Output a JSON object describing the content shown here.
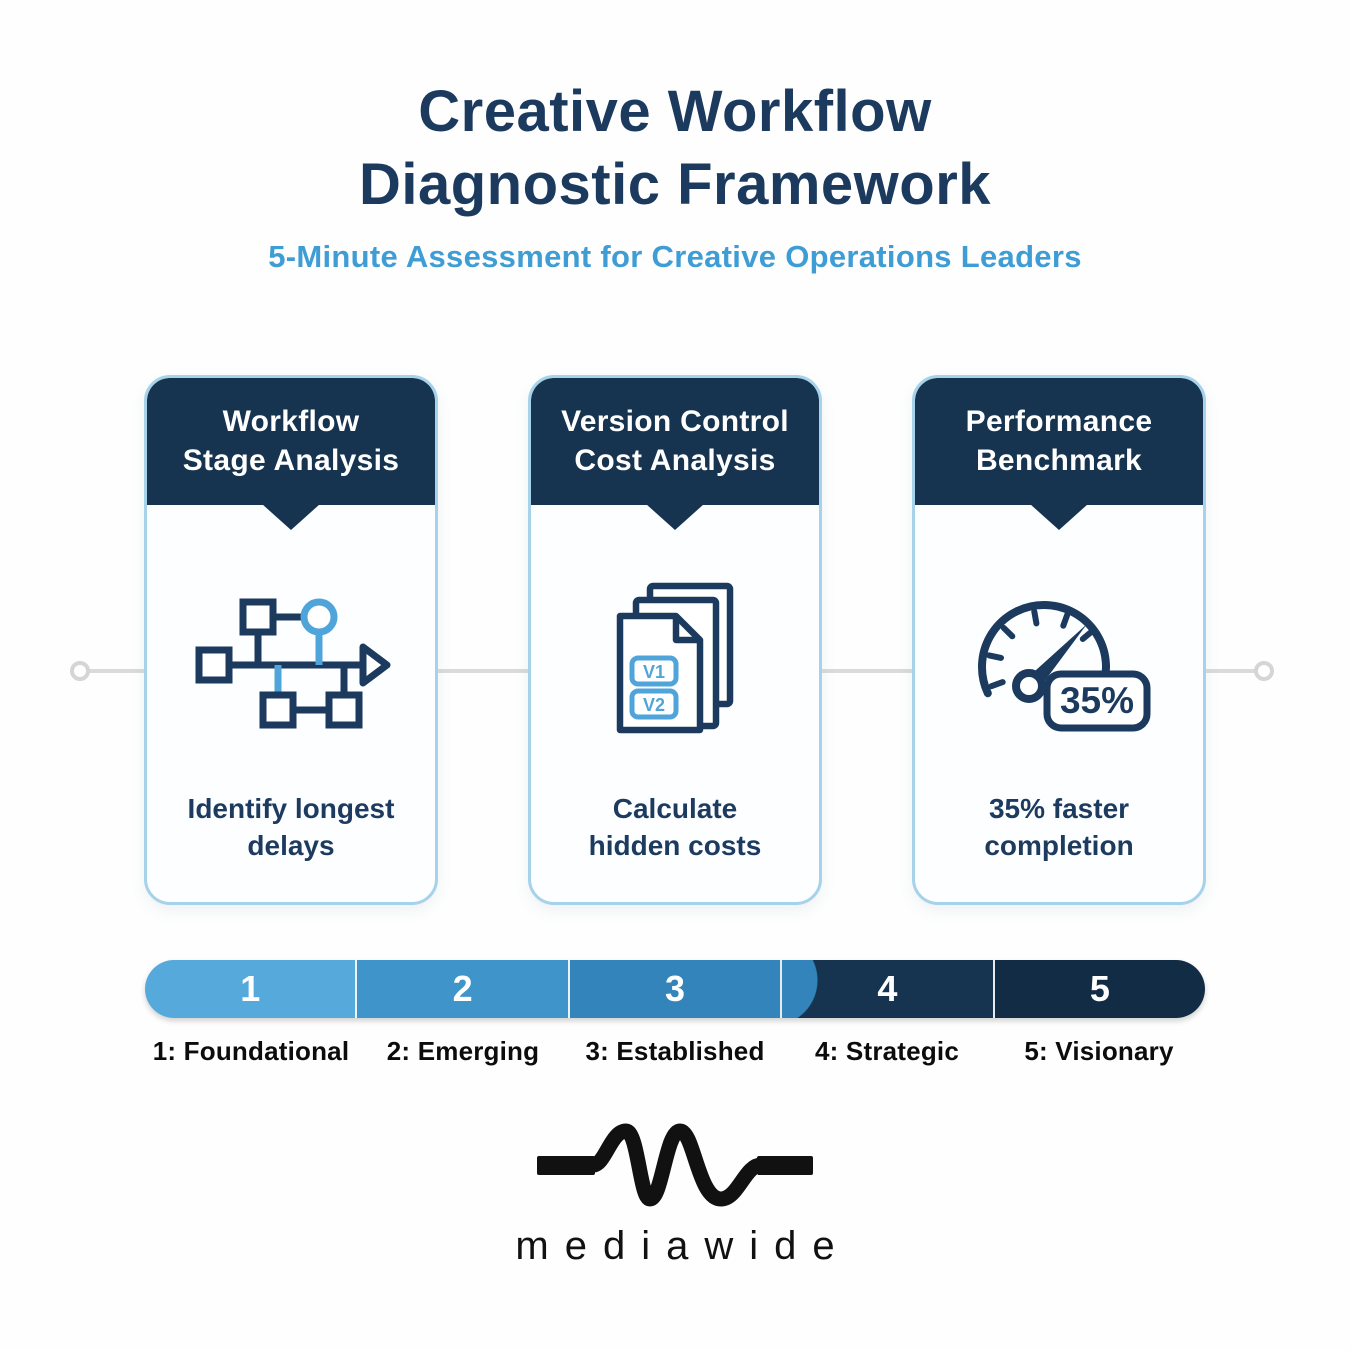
{
  "header": {
    "title_line1": "Creative Workflow",
    "title_line2": "Diagnostic Framework",
    "subtitle": "5-Minute Assessment for Creative Operations Leaders"
  },
  "cards": [
    {
      "title": "Workflow\nStage Analysis",
      "icon": "workflow-diagram-icon",
      "caption": "Identify longest\ndelays"
    },
    {
      "title": "Version Control\nCost Analysis",
      "icon": "version-documents-icon",
      "badges": [
        "V1",
        "V2"
      ],
      "caption": "Calculate\nhidden costs"
    },
    {
      "title": "Performance\nBenchmark",
      "icon": "speedometer-icon",
      "gauge_value": "35%",
      "caption": "35% faster\ncompletion"
    }
  ],
  "maturity_scale": {
    "segments": [
      {
        "number": "1",
        "label": "1: Foundational",
        "color": "#55A9DB"
      },
      {
        "number": "2",
        "label": "2: Emerging",
        "color": "#3F94C9"
      },
      {
        "number": "3",
        "label": "3: Established",
        "color": "#3284BB"
      },
      {
        "number": "4",
        "label": "4: Strategic",
        "color": "#16334F",
        "bulge_color": "#3284BB"
      },
      {
        "number": "5",
        "label": "5: Visionary",
        "color": "#132C45"
      }
    ]
  },
  "footer": {
    "brand": "mediawide"
  },
  "colors": {
    "title_navy": "#1B3A5E",
    "subtitle_blue": "#3F9DD5",
    "card_header_navy": "#16334F",
    "card_border_blue": "#A6D2EA",
    "icon_dark": "#1B3A5E",
    "icon_light_blue": "#4FA5D9",
    "connector_gray": "#DADADA",
    "label_black": "#0C0C0C",
    "logo_black": "#111111"
  }
}
